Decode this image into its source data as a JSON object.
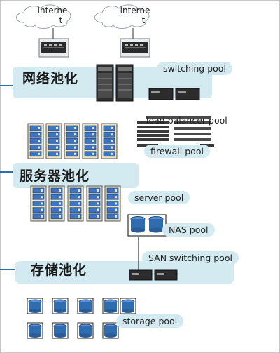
{
  "clouds": [
    {
      "label_line1": "interne",
      "label_line2": "t"
    },
    {
      "label_line1": "interne",
      "label_line2": "t"
    }
  ],
  "layers": {
    "network": "网络池化",
    "server": "服务器池化",
    "storage": "存储池化"
  },
  "pools": {
    "switching": "switching pool",
    "load_balancer": "load balancer pool",
    "firewall": "firewall pool",
    "server": "server pool",
    "nas": "NAS pool",
    "san_switching": "SAN switching pool",
    "storage": "storage pool"
  },
  "colors": {
    "band": "#d3eaf1",
    "accent_tick": "#2a6fb0",
    "disk": "#2f6db0",
    "rack_blue": "#3f74c0"
  }
}
